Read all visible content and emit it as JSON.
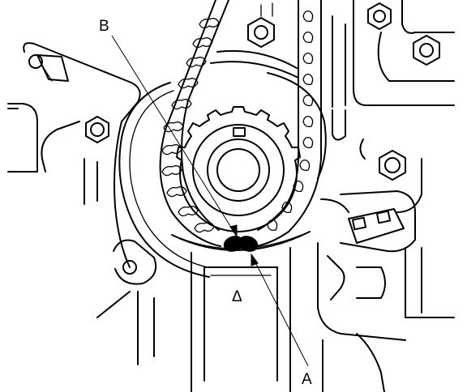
{
  "labels": {
    "b": "B",
    "a": "A",
    "delta": "Δ"
  },
  "colors": {
    "ink": "#000000",
    "paper": "#ffffff"
  }
}
